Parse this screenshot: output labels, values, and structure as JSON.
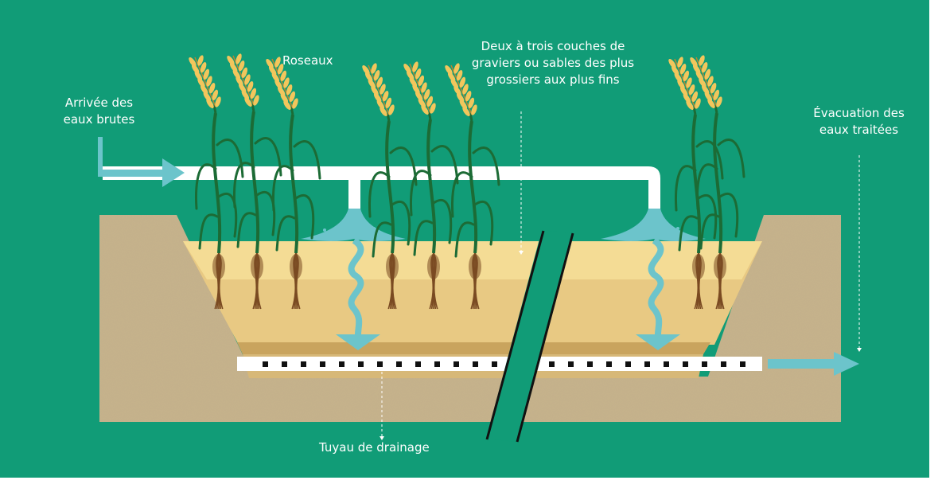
{
  "colors": {
    "background": "#119c77",
    "soil": "#c7b38c",
    "sand_light": "#f4dc95",
    "sand_mid": "#e8c983",
    "gravel": "#c9a45e",
    "water": "#6cc4cb",
    "pipe": "#ffffff",
    "reed_stem": "#1c6b35",
    "reed_head": "#f2c65c",
    "root": "#7a4a22"
  },
  "labels": {
    "inlet": {
      "line1": "Arrivée des",
      "line2": "eaux brutes"
    },
    "reeds": "Roseaux",
    "layers": {
      "line1": "Deux à trois couches de",
      "line2": "graviers ou sables des plus",
      "line3": "grossiers aux plus fins"
    },
    "outlet": {
      "line1": "Évacuation des",
      "line2": "eaux traitées"
    },
    "drain": "Tuyau de drainage"
  },
  "icons": [
    "reed-icon",
    "flow-arrow-icon",
    "water-flow-icon"
  ]
}
